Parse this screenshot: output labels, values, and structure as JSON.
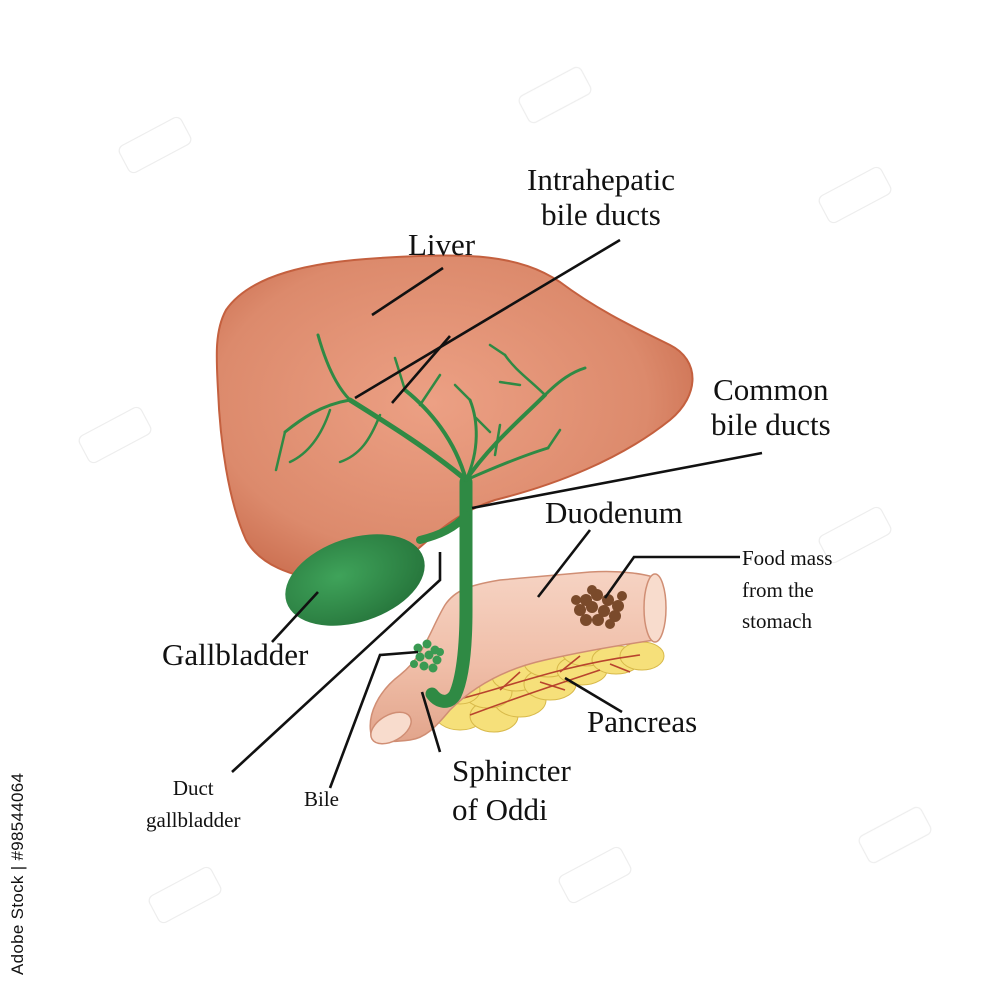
{
  "labels": {
    "liver": "Liver",
    "intrahepatic": [
      "Intrahepatic",
      "bile ducts"
    ],
    "common_bile_ducts": [
      "Common",
      "bile ducts"
    ],
    "duodenum": "Duodenum",
    "food_mass": [
      "Food mass",
      "from the",
      "stomach"
    ],
    "gallbladder": "Gallbladder",
    "pancreas": "Pancreas",
    "duct_gallbladder": [
      "Duct",
      "gallbladder"
    ],
    "bile": "Bile",
    "sphincter": [
      "Sphincter",
      "of Oddi"
    ]
  },
  "stock_id": "Adobe Stock | #98544064",
  "colors": {
    "liver": "#dc8a6c",
    "liver_edge": "#c4603f",
    "bile_green": "#2f8a44",
    "gallbladder": "#2f8f48",
    "duodenum": "#f2c6b3",
    "pancreas": "#f7e27e",
    "pancreas_vessels": "#b8432d",
    "food_mass": "#7a4a2b"
  }
}
